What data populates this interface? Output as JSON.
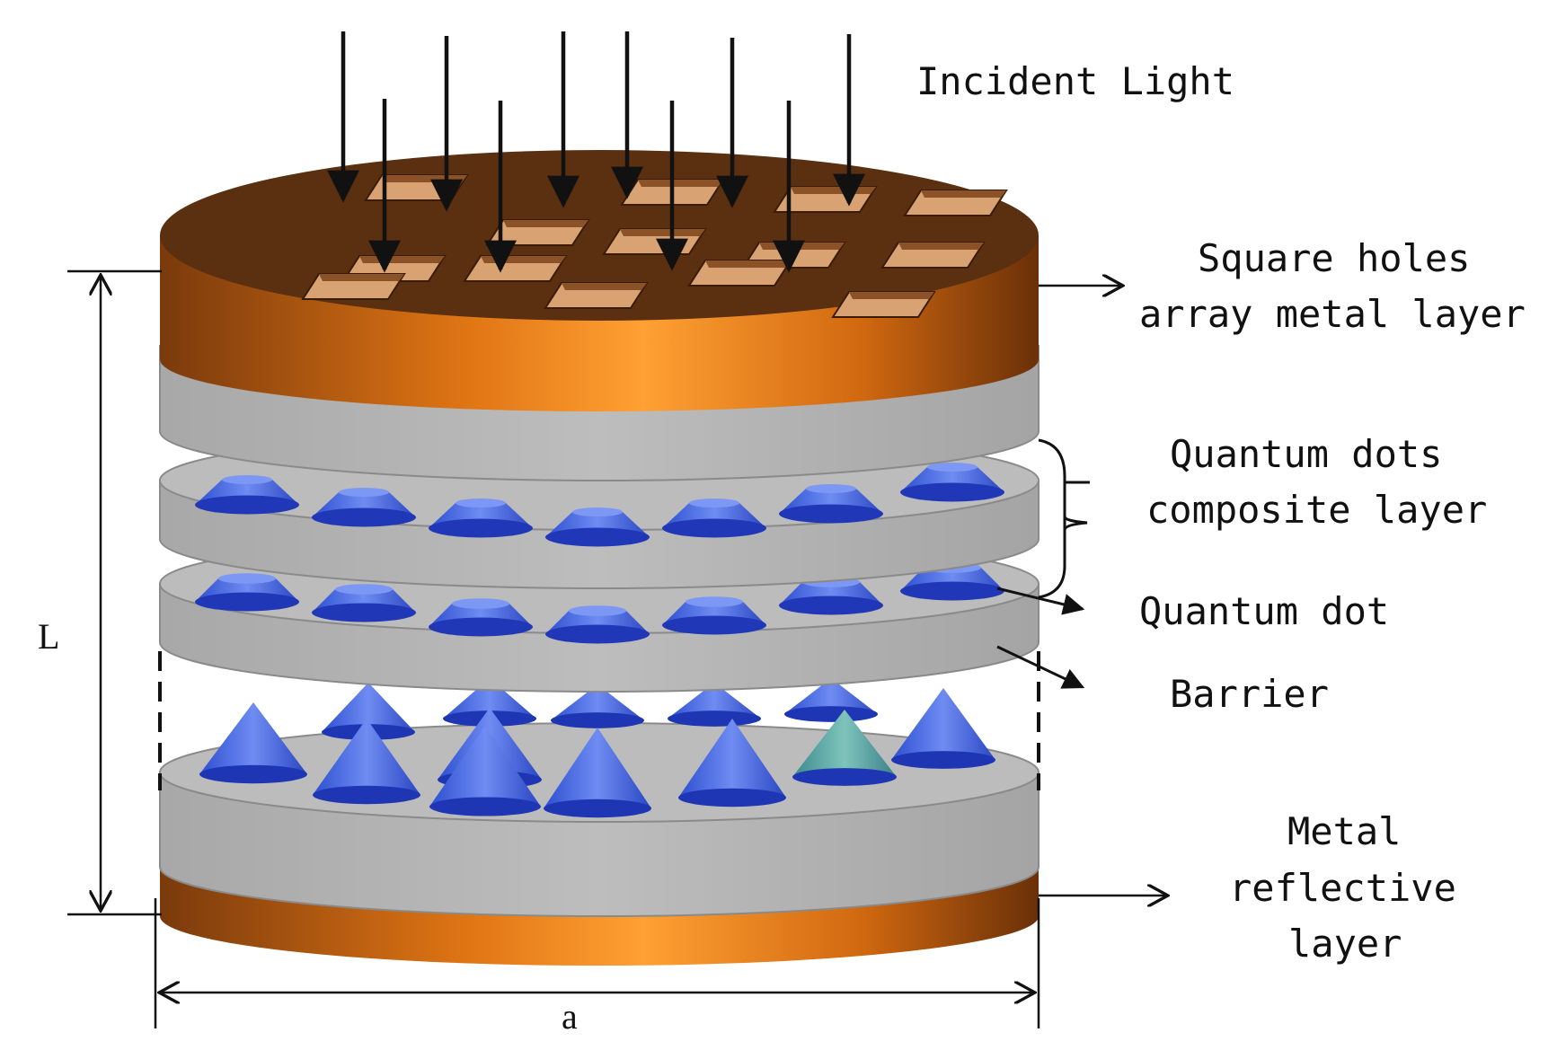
{
  "labels": {
    "incident_light": "Incident Light",
    "square_holes_line1": "Square holes",
    "square_holes_line2": "array metal layer",
    "qd_composite_line1": "Quantum dots",
    "qd_composite_line2": "composite layer",
    "quantum_dot": "Quantum dot",
    "barrier": "Barrier",
    "metal_reflective_line1": "Metal",
    "metal_reflective_line2": "reflective",
    "metal_reflective_line3": "layer",
    "dim_L": "L",
    "dim_a": "a"
  },
  "colors": {
    "metal_dark": "#5a3010",
    "metal_orange": "#f08a1c",
    "barrier_gray": "#b4b4b4",
    "quantum_dot_blue": "#3f63e0",
    "quantum_dot_teal": "#5aa0a0"
  }
}
